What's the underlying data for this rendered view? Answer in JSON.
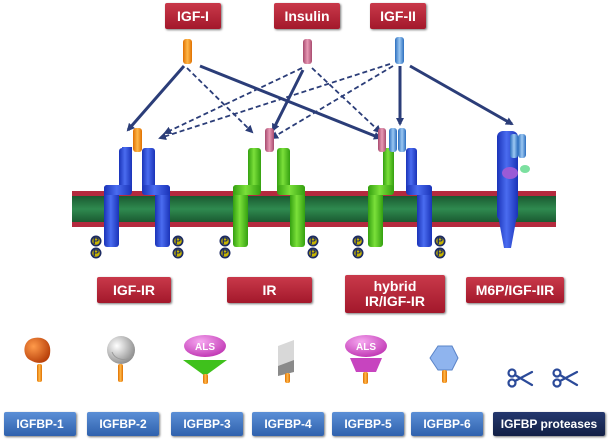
{
  "ligands": [
    {
      "label": "IGF-I",
      "color": "#f08a0c"
    },
    {
      "label": "Insulin",
      "color": "#c76a8a"
    },
    {
      "label": "IGF-II",
      "color": "#3a86d0"
    }
  ],
  "receptors": [
    {
      "label": "IGF-IR"
    },
    {
      "label": "IR"
    },
    {
      "label": "hybrid\nIR/IGF-IR"
    },
    {
      "label": "M6P/IGF-IIR"
    }
  ],
  "phospho_label": "P",
  "binding_proteins": [
    {
      "label": "IGFBP-1",
      "shape": "orange-oval"
    },
    {
      "label": "IGFBP-2",
      "shape": "grey-sphere"
    },
    {
      "label": "IGFBP-3",
      "shape": "magenta-ellipse-green-triangle",
      "als": "ALS"
    },
    {
      "label": "IGFBP-4",
      "shape": "grey-fold"
    },
    {
      "label": "IGFBP-5",
      "shape": "magenta-ellipse-cup",
      "als": "ALS"
    },
    {
      "label": "IGFBP-6",
      "shape": "blue-hexagon"
    }
  ],
  "proteases": {
    "label": "IGFBP proteases",
    "icon": "scissors-icon"
  },
  "colors": {
    "label_red": "#b52236",
    "label_blue": "#3f73c2",
    "membrane_green": "#1f6b3a",
    "membrane_red": "#c2364a",
    "receptor_blue": "#2d4fd8",
    "receptor_green": "#4fc21d",
    "arrow": "#2b3d78"
  }
}
